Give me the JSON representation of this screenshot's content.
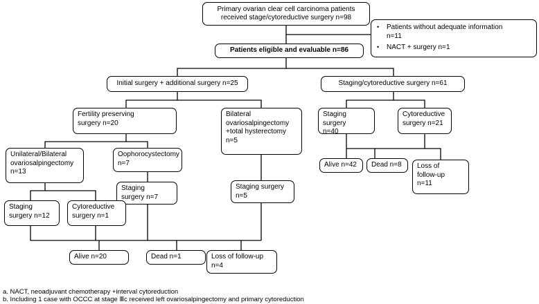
{
  "nodes": {
    "root": "Primary ovarian clear cell carcinoma patients\nreceived stage/cytoreductive surgery n=98",
    "exclusions": [
      "Patients without adequate    information\nn=11",
      "NACT + surgery n=1"
    ],
    "eligible": "Patients eligible and evaluable n=86",
    "initial_surgery": "Initial surgery + additional surgery n=25",
    "staging_cytoreductive": "Staging/cytoreductive surgery n=61",
    "fertility_preserving": "Fertility preserving\nsurgery n=20",
    "bilateral_hysterectomy": "Bilateral\novariosalpingectomy\n+total  hysterectomy\nn=5",
    "staging_surgery_40": "Staging surgery\nn=40",
    "cytoreductive_21": "Cytoreductive\nsurgery n=21",
    "unilateral_bilateral": "Unilateral/Bilateral\novariosalpingectomy\nn=13",
    "oophorocystectomy": "Oophorocystectomy\nn=7",
    "alive_42": "Alive n=42",
    "dead_8": "Dead n=8",
    "loss_11": "Loss     of\nfollow-up\nn=11",
    "staging_surgery_7": "Staging\nsurgery n=7",
    "staging_surgery_5": "Staging surgery\nn=5",
    "staging_surgery_12": "Staging\nsurgery n=12",
    "cytoreductive_1": "Cytoreductive\nsurgery n=1",
    "alive_20": "Alive n=20",
    "dead_1": "Dead n=1",
    "loss_4": "Loss of follow-up\nn=4"
  },
  "footnotes": [
    "a. NACT, neoadjuvant chemotherapy +interval cytoreduction",
    "b. Including 1 case with OCCC at stage Ⅲc received left ovariosalpingectomy and primary cytoreduction"
  ]
}
